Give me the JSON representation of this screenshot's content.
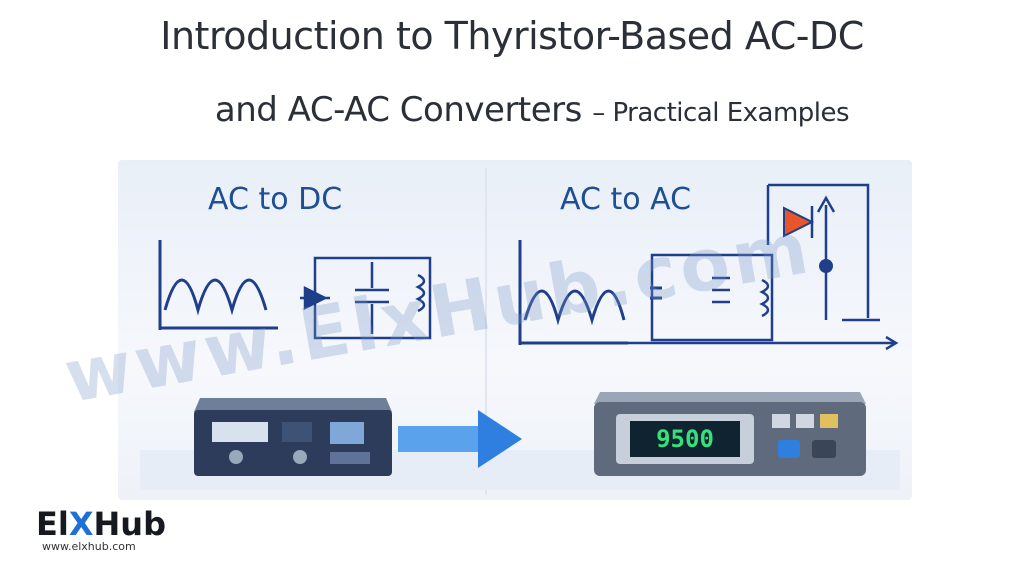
{
  "title": {
    "line1": "Introduction to Thyristor-Based AC-DC",
    "line2": "and AC-AC Converters",
    "line2_sub": "– Practical Examples"
  },
  "sections": {
    "left_title": "AC to DC",
    "right_title": "AC to AC"
  },
  "display": {
    "reading": "9500"
  },
  "watermark": {
    "text": "www.ElxHub.com"
  },
  "logo": {
    "brand_prefix": "El",
    "brand_x": "X",
    "brand_suffix": "Hub",
    "url": "www.elxhub.com"
  },
  "colors": {
    "accent_blue": "#1d4f92",
    "line_blue": "#1f3f8a",
    "arrow_blue": "#2f7fe0",
    "thyristor_orange": "#e8552b",
    "display_green": "#36e07a"
  }
}
